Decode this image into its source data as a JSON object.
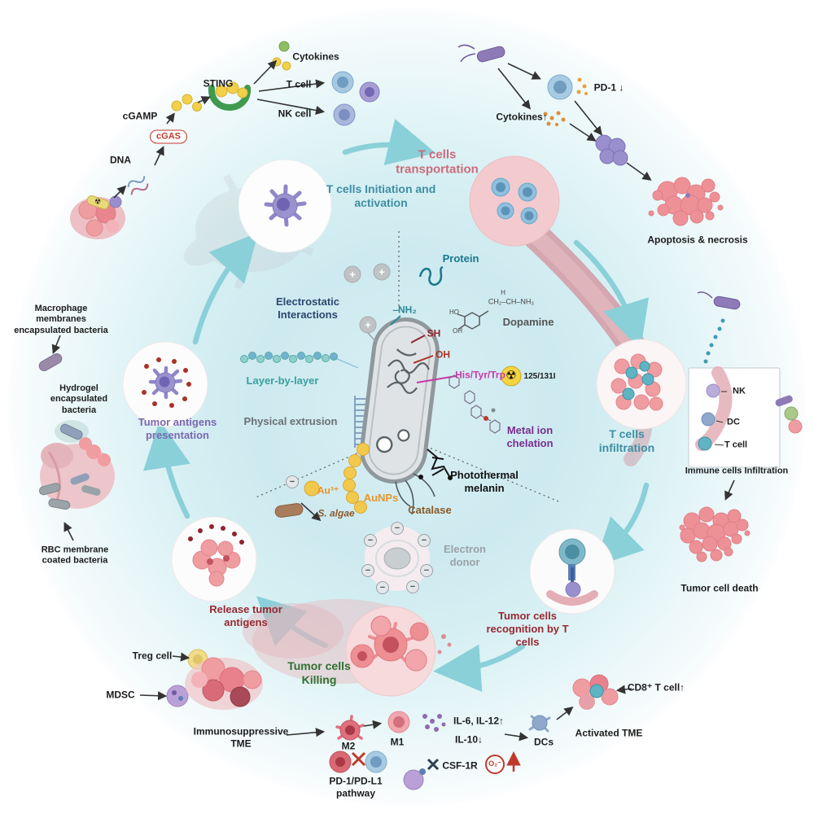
{
  "icons": {
    "plus": "+",
    "minus": "−",
    "radioactive": "☢"
  },
  "colors": {
    "teal_arrow": "#8ad0d8",
    "teal_text": "#3e8fa3",
    "pink_text": "#cb6b7a",
    "dark_red": "#992832",
    "green": "#2e7031",
    "purple": "#7b68b0",
    "navy": "#2c4770",
    "magenta": "#c63ba8",
    "orange": "#e8962c",
    "brown": "#8a5a2a",
    "vessel_pink": "#d2a0aa"
  },
  "cycle": {
    "initiation": "T cells Initiation and activation",
    "transportation": "T cells transportation",
    "infiltration": "T cells infiltration",
    "recognition": "Tumor cells recognition by T cells",
    "killing": "Tumor cells Killing",
    "release": "Release tumor antigens",
    "presentation": "Tumor antigens presentation"
  },
  "center": {
    "electrostatic": "Electrostatic Interactions",
    "layer_by_layer": "Layer-by-layer",
    "physical_extrusion": "Physical extrusion",
    "protein": "Protein",
    "dopamine": "Dopamine",
    "dopamine_formula": "CH₂–CH–NH₃",
    "dopamine_h": "H",
    "ho": "HO",
    "oh_small": "OH",
    "nh2": "–NH₂",
    "sh": "SH",
    "oh": "OH",
    "his_tyr_trp": "His/Tyr/Trp",
    "isotope": "125/131I",
    "metal_chelation": "Metal ion chelation",
    "photothermal": "Photothermal melanin",
    "aunps": "AuNPs",
    "catalase": "Catalase",
    "au3": "Au³⁺",
    "s_algae": "S. algae",
    "electron_donor": "Electron donor"
  },
  "sting_pathway": {
    "dna": "DNA",
    "cgas": "cGAS",
    "cgamp": "cGAMP",
    "sting": "STING",
    "cytokines": "Cytokines",
    "t_cell": "T cell",
    "nk_cell": "NK cell"
  },
  "pd1_pathway": {
    "pd1": "PD-1 ↓",
    "cytokines_up": "Cytokines↑",
    "apoptosis": "Apoptosis & necrosis"
  },
  "left_side": {
    "macrophage": "Macrophage membranes encapsulated bacteria",
    "hydrogel": "Hydrogel encapsulated bacteria",
    "rbc": "RBC membrane coated bacteria"
  },
  "right_side": {
    "nk": "NK",
    "dc": "DC",
    "t_cell": "T cell",
    "immune_infiltration": "Immune cells Infiltration",
    "tumor_death": "Tumor cell death"
  },
  "bottom": {
    "treg": "Treg cell",
    "mdsc": "MDSC",
    "immunosuppressive": "Immunosuppressive TME",
    "m2": "M2",
    "m1": "M1",
    "il6": "IL-6, IL-12↑",
    "il10": "IL-10↓",
    "dcs": "DCs",
    "activated_tme": "Activated TME",
    "cd8": "CD8⁺ T cell↑",
    "pd1_pdl1": "PD-1/PD-L1 pathway",
    "csf1r": "CSF-1R",
    "o2": "O₂⁻"
  }
}
